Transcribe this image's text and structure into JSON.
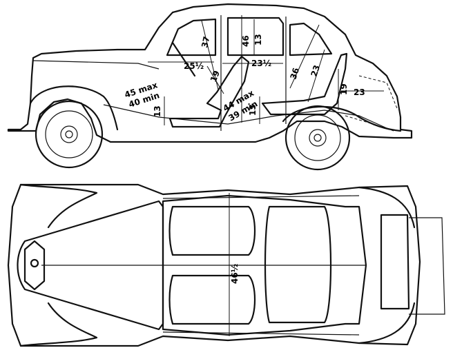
{
  "side_view": {
    "dimensions": {
      "headroom_front": "37",
      "legroom_front": "25½",
      "cabin_height": "46",
      "roof_to_window": "13",
      "cabin_length_rear": "23½",
      "rear_headroom": "36",
      "rear_seat_back": "23",
      "boot_height": "19",
      "boot_length": "23",
      "front_cushion_height": "19",
      "front_cushion_floor": "13",
      "rear_cushion_floor": "13",
      "front_reach_max": "45 max",
      "front_reach_min": "40 min",
      "rear_reach_max": "44 max",
      "rear_reach_min": "39 min"
    }
  },
  "plan_view": {
    "interior_width": "46½"
  }
}
